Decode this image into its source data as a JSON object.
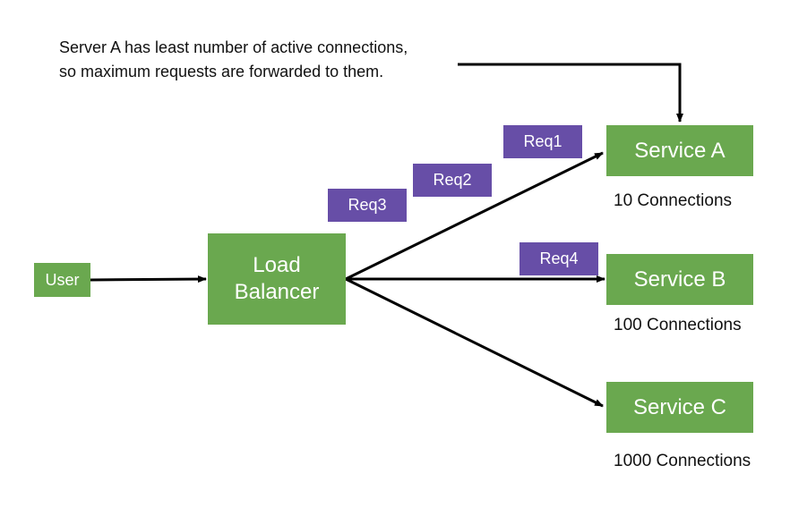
{
  "note": "Server A has least number of active connections, so maximum requests are forwarded to them.",
  "user_label": "User",
  "load_balancer_label": "Load Balancer",
  "services": [
    {
      "label": "Service A",
      "connections": "10 Connections"
    },
    {
      "label": "Service B",
      "connections": "100 Connections"
    },
    {
      "label": "Service C",
      "connections": "1000 Connections"
    }
  ],
  "requests": [
    "Req1",
    "Req2",
    "Req3",
    "Req4"
  ],
  "colors": {
    "node": "#6aa84f",
    "request": "#674ea7",
    "arrow": "#000000"
  }
}
